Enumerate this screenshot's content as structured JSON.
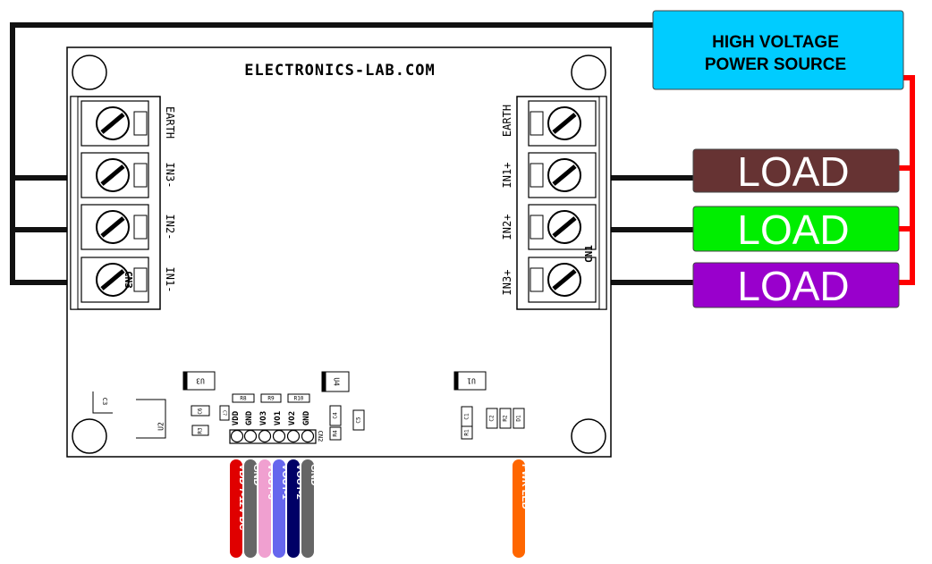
{
  "board": {
    "title": "ELECTRONICS-LAB.COM",
    "left_terminal": {
      "ref": "CN3",
      "pins": [
        "EARTH",
        "IN3-",
        "IN2-",
        "IN1-"
      ]
    },
    "right_terminal": {
      "ref": "CN1",
      "pins": [
        "EARTH",
        "IN1+",
        "IN2+",
        "IN3+"
      ]
    },
    "header": {
      "ref": "CN2",
      "pins": [
        "VDD",
        "GND",
        "VO3",
        "VO1",
        "VO2",
        "GND"
      ]
    },
    "components": {
      "u1": "U1",
      "u2": "U2",
      "u3": "U3",
      "u4": "U4",
      "c1": "C1",
      "c2": "C2",
      "c3": "C3",
      "c4": "C4",
      "c5": "C5",
      "c6": "C6",
      "r1": "R1",
      "r2": "R2",
      "r3": "R3",
      "r4": "R4",
      "r8": "R8",
      "r9": "R9",
      "r10": "R10",
      "c7": "C7",
      "led": "D1"
    }
  },
  "power_source": {
    "line1": "HIGH VOLTAGE",
    "line2": "POWER SOURCE",
    "color": "#00ccff"
  },
  "loads": [
    {
      "label": "LOAD",
      "color": "#663333"
    },
    {
      "label": "LOAD",
      "color": "#00ee00"
    },
    {
      "label": "LOAD",
      "color": "#9900cc"
    }
  ],
  "wire_labels": [
    {
      "text": "VDD 7-12V DC",
      "color": "#e00000"
    },
    {
      "text": "GND",
      "color": "#666666"
    },
    {
      "text": "VOUT-3",
      "color": "#f0a0d0"
    },
    {
      "text": "VOUT-1",
      "color": "#6666ee"
    },
    {
      "text": "VOUT-2",
      "color": "#000066"
    },
    {
      "text": "GND",
      "color": "#666666"
    }
  ],
  "pwr_led_label": {
    "text": "PWR LED",
    "color": "#ff6600"
  },
  "colors": {
    "hot_wire": "#ff0000",
    "neutral_wire": "#111111"
  }
}
